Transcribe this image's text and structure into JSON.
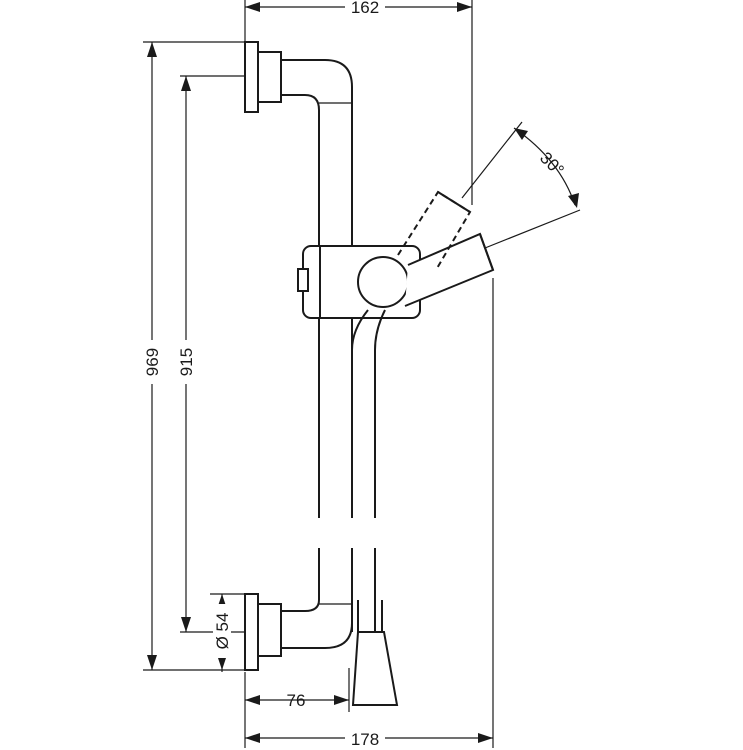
{
  "dimensions": {
    "top_width": "162",
    "bottom_width": "178",
    "wall_offset": "76",
    "total_height": "969",
    "mount_spacing": "915",
    "flange_diameter": "Ø 54",
    "tilt_angle": "30°"
  }
}
